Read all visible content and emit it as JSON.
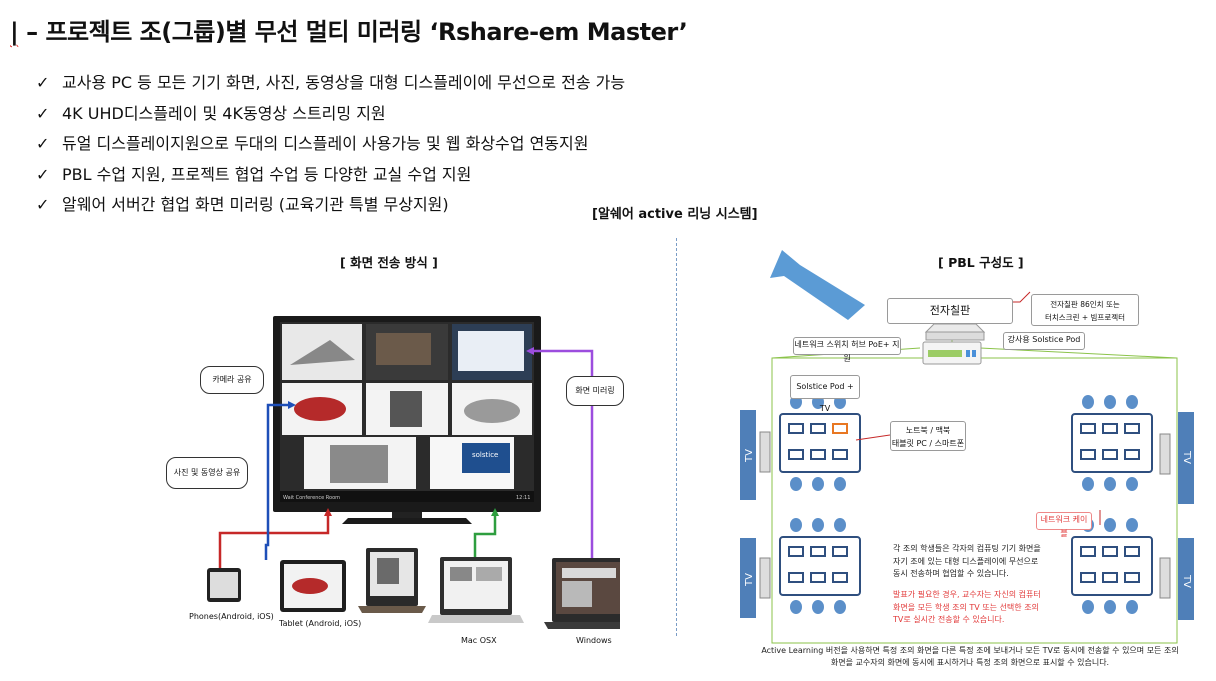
{
  "header": {
    "title_prefix": "|",
    "title_main": " – 프로젝트 조(그룹)별 무선 멀티 미러링 ",
    "title_product": "‘Rshare-em Master’"
  },
  "features": [
    "교사용 PC 등 모든 기기 화면, 사진, 동영상을 대형 디스플레이에 무선으로 전송 가능",
    "4K UHD디스플레이 및 4K동영상 스트리밍 지원",
    "듀얼 디스플레이지원으로 두대의 디스플레이 사용가능 및 웹 화상수업 연동지원",
    "PBL 수업 지원, 프로젝트 협업 수업 등 다양한 교실 수업 지원",
    "알웨어 서버간 협업 화면 미러링 (교육기관 특별 무상지원)"
  ],
  "check_glyph": "✓",
  "system_label": "[알쉐어 active 리닝 시스템]",
  "left_section": {
    "title": "[ 화면 전송 방식 ]",
    "callouts": {
      "camera": "카메라 공유",
      "photo_video": "사진 및 동영상 공유",
      "mirroring": "화면 미러링"
    },
    "device_labels": {
      "phones": "Phones(Android, iOS)",
      "tablet": "Tablet (Android, iOS)",
      "mac": "Mac OSX",
      "windows": "Windows"
    },
    "screen_brand": "solstice",
    "screen_bar_text": "Wait Conference Room",
    "screen_time": "12:11"
  },
  "right_section": {
    "title": "[ PBL 구성도 ]",
    "e_board": "전자칠판",
    "e_board_note_1": "전자칠판 86인치 또는",
    "e_board_note_2": "터치스크린 + 빔프로젝터",
    "network_switch": "네트워크 스위치 허브 PoE+ 지원",
    "teacher_pod": "강사용 Solstice Pod",
    "pod_tv": "Solstice Pod + TV",
    "device_note_1": "노트북 / 맥북",
    "device_note_2": "태블릿 PC / 스마트폰",
    "network_cable": "네트워크 케이블",
    "tv_label": "TV",
    "desc_black": "각 조의 학생들은 각자의 컴퓨팅 기기 화면을 자기 조에 있는 대형 디스플레이에 무선으로 동시 전송하며 협업할 수 있습니다.",
    "desc_red": "발표가 필요한 경우, 교수자는 자신의 컴퓨터 화면을 모든 학생 조의 TV 또는 선택한 조의 TV로 실시간 전송할 수 있습니다.",
    "footer": "Active Learning 버전을 사용하면 특정 조의 화면을 다른 특정 조에 보내거나 모든 TV로 동시에 전송할 수 있으며 모든 조의 화면을 교수자의 화면에 동시에 표시하거나 특정 조의 화면으로 표시할 수 있습니다."
  },
  "colors": {
    "arrow_blue": "#5b9bd5",
    "tv_blue": "#4f7fb8",
    "table_blue": "#2f4f7f",
    "seat_blue": "#5b8fc9",
    "cable_green": "#8bc34a",
    "line_red": "#c62828",
    "line_blue": "#1e4fb8",
    "line_green": "#2e9e3f",
    "line_purple": "#9c4dde",
    "highlight_orange": "#e87722"
  }
}
